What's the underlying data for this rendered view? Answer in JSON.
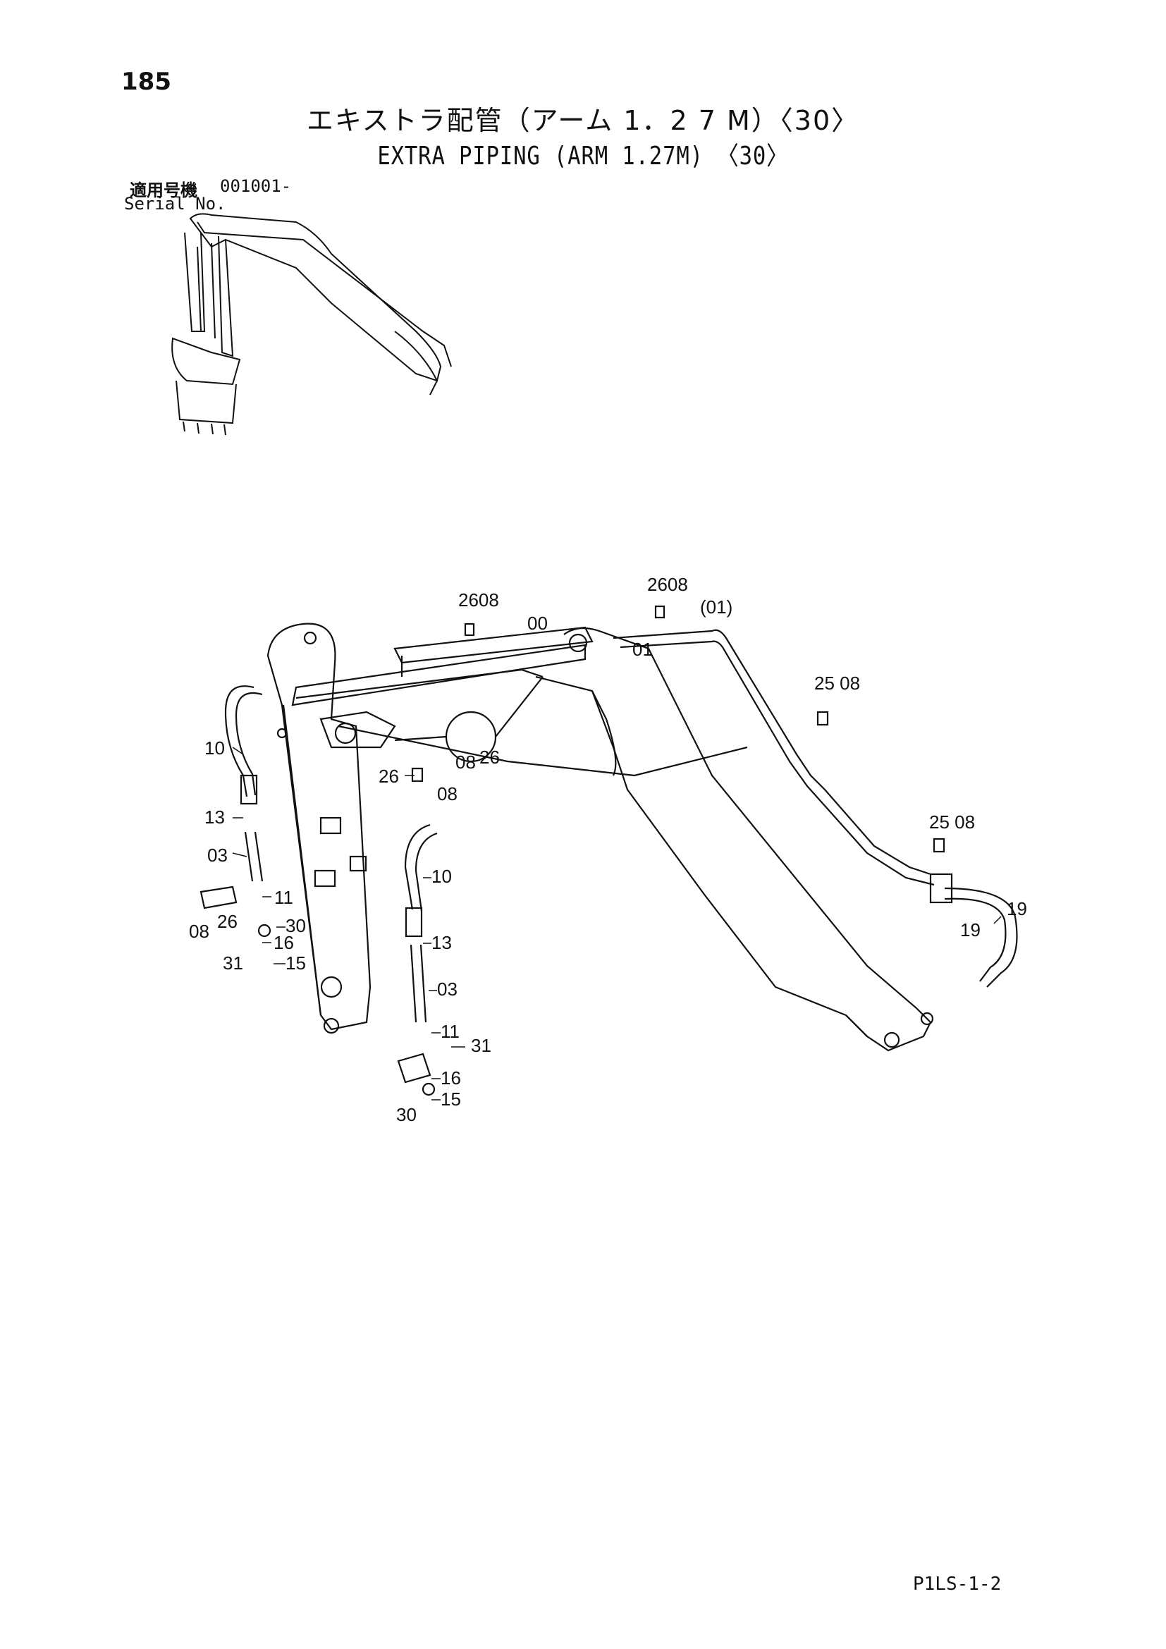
{
  "page": {
    "number": "185",
    "title_ja": "エキストラ配管（アーム 1．2 7 M）〈30〉",
    "title_en": "EXTRA PIPING (ARM 1.27M) 〈30〉",
    "serial_label_ja": "適用号機",
    "serial_value": "001001-",
    "serial_label_en": "Serial No.",
    "doc_code": "P1LS-1-2"
  },
  "callouts": {
    "c2608a": "2608",
    "c2608b": "2608",
    "c00": "00",
    "c01p": "(01)",
    "c01": "01",
    "c2508a": "25 08",
    "c2508b": "25 08",
    "c10a": "10",
    "c08a": "08",
    "c26a": "26",
    "c26b": "26",
    "c08b": "08",
    "c13a": "13",
    "c03a": "03",
    "c11a": "11",
    "c26c": "26",
    "c30a": "30",
    "c08c": "08",
    "c16a": "16",
    "c31a": "31",
    "c15a": "15",
    "c10b": "10",
    "c13b": "13",
    "c03b": "03",
    "c11b": "11",
    "c31b": "31",
    "c16b": "16",
    "c15b": "15",
    "c30b": "30",
    "c19a": "19",
    "c19b": "19"
  }
}
